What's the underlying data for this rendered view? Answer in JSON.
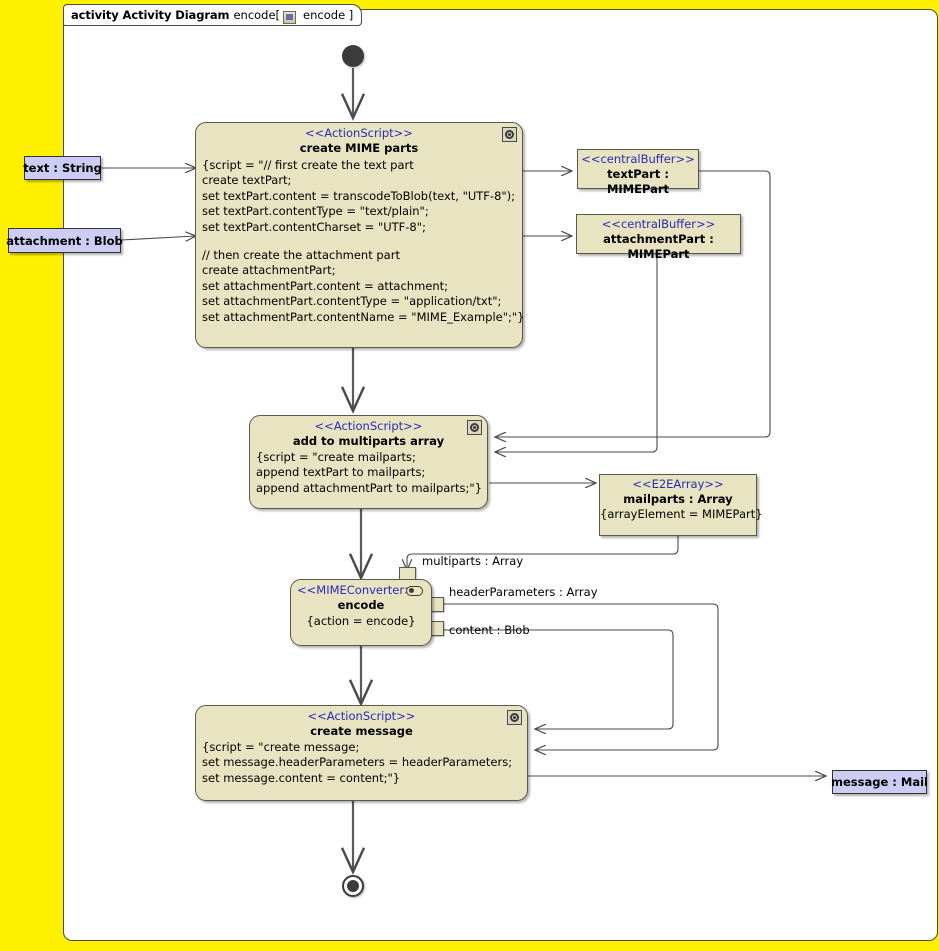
{
  "frame": {
    "keyword": "activity Activity Diagram",
    "name": "encode[",
    "icon": "activity-diagram-icon",
    "inner_name": "encode ]"
  },
  "colors": {
    "canvas": "#FFF000",
    "frame_bg": "#FFFFFF",
    "node_fill": "#E8E4C1",
    "param_fill": "#CCCCF5",
    "stereotype_text": "#2A2AB4",
    "line": "#4A4A4A"
  },
  "control_nodes": {
    "initial": "initial-node",
    "final": "activity-final-node"
  },
  "actions": [
    {
      "id": "create-mime-parts",
      "stereotype": "<<ActionScript>>",
      "name": "create MIME parts",
      "badge": "script-gear-icon",
      "body_lines": [
        "{script = \"// first create the text part",
        "create textPart;",
        "set textPart.content = transcodeToBlob(text, \"UTF-8\");",
        "set textPart.contentType = \"text/plain\";",
        "set textPart.contentCharset = \"UTF-8\";",
        "",
        "// then create the attachment part",
        "create attachmentPart;",
        "set attachmentPart.content = attachment;",
        "set attachmentPart.contentType = \"application/txt\";",
        "set attachmentPart.contentName = \"MIME_Example\";\"}"
      ]
    },
    {
      "id": "add-to-multiparts-array",
      "stereotype": "<<ActionScript>>",
      "name": "add to multiparts array",
      "badge": "script-gear-icon",
      "body_lines": [
        "{script = \"create mailparts;",
        "append textPart to mailparts;",
        "append attachmentPart to mailparts;\"}"
      ]
    },
    {
      "id": "encode",
      "stereotype": "<<MIMEConverter>>",
      "name": "encode",
      "badge": "behavior-oval-icon",
      "body_lines": [
        "{action = encode}"
      ]
    },
    {
      "id": "create-message",
      "stereotype": "<<ActionScript>>",
      "name": "create message",
      "badge": "script-gear-icon",
      "body_lines": [
        "{script = \"create message;",
        "set message.headerParameters = headerParameters;",
        "set message.content = content;\"}"
      ]
    }
  ],
  "parameters": [
    {
      "id": "text-param",
      "label": "text : String"
    },
    {
      "id": "attachment-param",
      "label": "attachment : Blob"
    },
    {
      "id": "message-param",
      "label": "message : Mail"
    }
  ],
  "object_nodes": [
    {
      "id": "textpart-buffer",
      "stereotype": "<<centralBuffer>>",
      "name": "textPart : MIMEPart",
      "constraint": ""
    },
    {
      "id": "attachmentpart-buffer",
      "stereotype": "<<centralBuffer>>",
      "name": "attachmentPart : MIMEPart",
      "constraint": ""
    },
    {
      "id": "mailparts-array",
      "stereotype": "<<E2EArray>>",
      "name": "mailparts : Array",
      "constraint": "{arrayElement = MIMEPart}"
    }
  ],
  "pins": [
    {
      "id": "multiparts-pin",
      "label": "multiparts : Array",
      "kind": "input"
    },
    {
      "id": "headerparameters-pin",
      "label": "headerParameters : Array",
      "kind": "output"
    },
    {
      "id": "content-pin",
      "label": "content : Blob",
      "kind": "output"
    }
  ]
}
